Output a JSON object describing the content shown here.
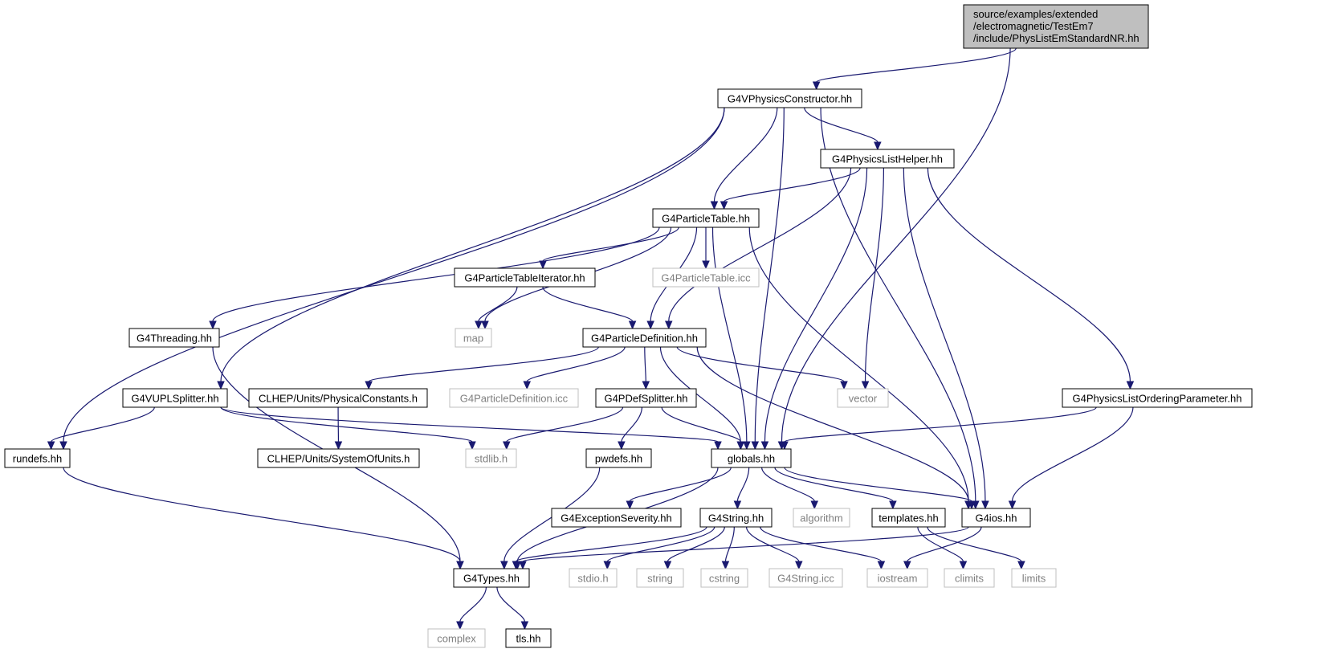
{
  "root": {
    "lines": [
      "source/examples/extended",
      "/electromagnetic/TestEm7",
      "/include/PhysListEmStandardNR.hh"
    ]
  },
  "nodes": [
    {
      "id": "vphys",
      "label": "G4VPhysicsConstructor.hh",
      "missing": false
    },
    {
      "id": "plhelp",
      "label": "G4PhysicsListHelper.hh",
      "missing": false
    },
    {
      "id": "ptable",
      "label": "G4ParticleTable.hh",
      "missing": false
    },
    {
      "id": "ptiter",
      "label": "G4ParticleTableIterator.hh",
      "missing": false
    },
    {
      "id": "pticc",
      "label": "G4ParticleTable.icc",
      "missing": true
    },
    {
      "id": "thread",
      "label": "G4Threading.hh",
      "missing": false
    },
    {
      "id": "map",
      "label": "map",
      "missing": true
    },
    {
      "id": "pdef",
      "label": "G4ParticleDefinition.hh",
      "missing": false
    },
    {
      "id": "vupl",
      "label": "G4VUPLSplitter.hh",
      "missing": false
    },
    {
      "id": "physc",
      "label": "CLHEP/Units/PhysicalConstants.h",
      "missing": false
    },
    {
      "id": "pdicc",
      "label": "G4ParticleDefinition.icc",
      "missing": true
    },
    {
      "id": "pdsplit",
      "label": "G4PDefSplitter.hh",
      "missing": false
    },
    {
      "id": "vector",
      "label": "vector",
      "missing": true
    },
    {
      "id": "ordpar",
      "label": "G4PhysicsListOrderingParameter.hh",
      "missing": false
    },
    {
      "id": "rundefs",
      "label": "rundefs.hh",
      "missing": false
    },
    {
      "id": "sysunit",
      "label": "CLHEP/Units/SystemOfUnits.h",
      "missing": false
    },
    {
      "id": "stdlib",
      "label": "stdlib.h",
      "missing": true
    },
    {
      "id": "pwdefs",
      "label": "pwdefs.hh",
      "missing": false
    },
    {
      "id": "globals",
      "label": "globals.hh",
      "missing": false
    },
    {
      "id": "excsev",
      "label": "G4ExceptionSeverity.hh",
      "missing": false
    },
    {
      "id": "g4str",
      "label": "G4String.hh",
      "missing": false
    },
    {
      "id": "algo",
      "label": "algorithm",
      "missing": true
    },
    {
      "id": "templ",
      "label": "templates.hh",
      "missing": false
    },
    {
      "id": "g4ios",
      "label": "G4ios.hh",
      "missing": false
    },
    {
      "id": "types",
      "label": "G4Types.hh",
      "missing": false
    },
    {
      "id": "stdio",
      "label": "stdio.h",
      "missing": true
    },
    {
      "id": "string",
      "label": "string",
      "missing": true
    },
    {
      "id": "cstring",
      "label": "cstring",
      "missing": true
    },
    {
      "id": "stricc",
      "label": "G4String.icc",
      "missing": true
    },
    {
      "id": "iostream",
      "label": "iostream",
      "missing": true
    },
    {
      "id": "climits",
      "label": "climits",
      "missing": true
    },
    {
      "id": "limits",
      "label": "limits",
      "missing": true
    },
    {
      "id": "complex",
      "label": "complex",
      "missing": true
    },
    {
      "id": "tls",
      "label": "tls.hh",
      "missing": false
    }
  ],
  "edges": [
    [
      "root",
      "vphys"
    ],
    [
      "root",
      "globals"
    ],
    [
      "vphys",
      "plhelp"
    ],
    [
      "vphys",
      "ptable"
    ],
    [
      "vphys",
      "rundefs"
    ],
    [
      "vphys",
      "vupl"
    ],
    [
      "vphys",
      "globals"
    ],
    [
      "vphys",
      "g4ios"
    ],
    [
      "plhelp",
      "ptable"
    ],
    [
      "plhelp",
      "pdef"
    ],
    [
      "plhelp",
      "vector"
    ],
    [
      "plhelp",
      "globals"
    ],
    [
      "plhelp",
      "ordpar"
    ],
    [
      "plhelp",
      "g4ios"
    ],
    [
      "ptable",
      "ptiter"
    ],
    [
      "ptable",
      "pticc"
    ],
    [
      "ptable",
      "thread"
    ],
    [
      "ptable",
      "map"
    ],
    [
      "ptable",
      "pdef"
    ],
    [
      "ptable",
      "globals"
    ],
    [
      "ptable",
      "g4ios"
    ],
    [
      "ptiter",
      "map"
    ],
    [
      "ptiter",
      "pdef"
    ],
    [
      "thread",
      "types"
    ],
    [
      "pdef",
      "physc"
    ],
    [
      "pdef",
      "pdicc"
    ],
    [
      "pdef",
      "pdsplit"
    ],
    [
      "pdef",
      "vector"
    ],
    [
      "pdef",
      "globals"
    ],
    [
      "pdef",
      "g4ios"
    ],
    [
      "vupl",
      "rundefs"
    ],
    [
      "vupl",
      "stdlib"
    ],
    [
      "vupl",
      "globals"
    ],
    [
      "physc",
      "sysunit"
    ],
    [
      "pdsplit",
      "stdlib"
    ],
    [
      "pdsplit",
      "pwdefs"
    ],
    [
      "pdsplit",
      "globals"
    ],
    [
      "ordpar",
      "globals"
    ],
    [
      "ordpar",
      "g4ios"
    ],
    [
      "rundefs",
      "types"
    ],
    [
      "pwdefs",
      "types"
    ],
    [
      "globals",
      "types"
    ],
    [
      "globals",
      "excsev"
    ],
    [
      "globals",
      "g4str"
    ],
    [
      "globals",
      "algo"
    ],
    [
      "globals",
      "templ"
    ],
    [
      "globals",
      "g4ios"
    ],
    [
      "g4str",
      "types"
    ],
    [
      "g4str",
      "stdio"
    ],
    [
      "g4str",
      "string"
    ],
    [
      "g4str",
      "cstring"
    ],
    [
      "g4str",
      "stricc"
    ],
    [
      "g4str",
      "iostream"
    ],
    [
      "templ",
      "climits"
    ],
    [
      "templ",
      "limits"
    ],
    [
      "g4ios",
      "types"
    ],
    [
      "g4ios",
      "iostream"
    ],
    [
      "types",
      "complex"
    ],
    [
      "types",
      "tls"
    ]
  ]
}
